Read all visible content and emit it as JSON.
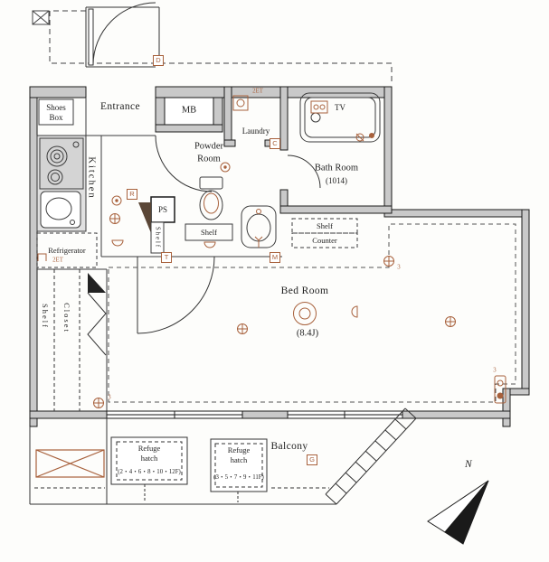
{
  "colors": {
    "accent": "#a8613c",
    "wall": "#c9c9c9",
    "line": "#222222"
  },
  "rooms": {
    "shoes_box_line1": "Shoes",
    "shoes_box_line2": "Box",
    "entrance": "Entrance",
    "mb": "MB",
    "laundry": "Laundry",
    "tv": "TV",
    "bath": "Bath Room",
    "bath_size": "(1014)",
    "powder_line1": "Powder",
    "powder_line2": "Room",
    "kitchen": "Kitchen",
    "ps": "PS",
    "refrigerator": "Refrigerator",
    "bedroom": "Bed Room",
    "bedroom_size": "(8.4J)",
    "closet": "Closet",
    "balcony": "Balcony"
  },
  "fixtures": {
    "shelf_ps": "Shelf",
    "shelf_hall": "Shelf",
    "shelf_nook": "Shelf",
    "counter_nook": "Counter",
    "shelf_closet": "Shelf"
  },
  "markers": {
    "d": "D",
    "r": "R",
    "c": "C",
    "t": "T",
    "m": "M",
    "g": "G"
  },
  "notes": {
    "et2": "2ET",
    "outlet_count": "3",
    "north": "N"
  },
  "refuge_hatch_a": {
    "line1": "Refuge",
    "line2": "hatch",
    "line3": "(2・4・6・8・10・12F)"
  },
  "refuge_hatch_b": {
    "line1": "Refuge",
    "line2": "hatch",
    "line3": "(3・5・7・9・11F)"
  }
}
